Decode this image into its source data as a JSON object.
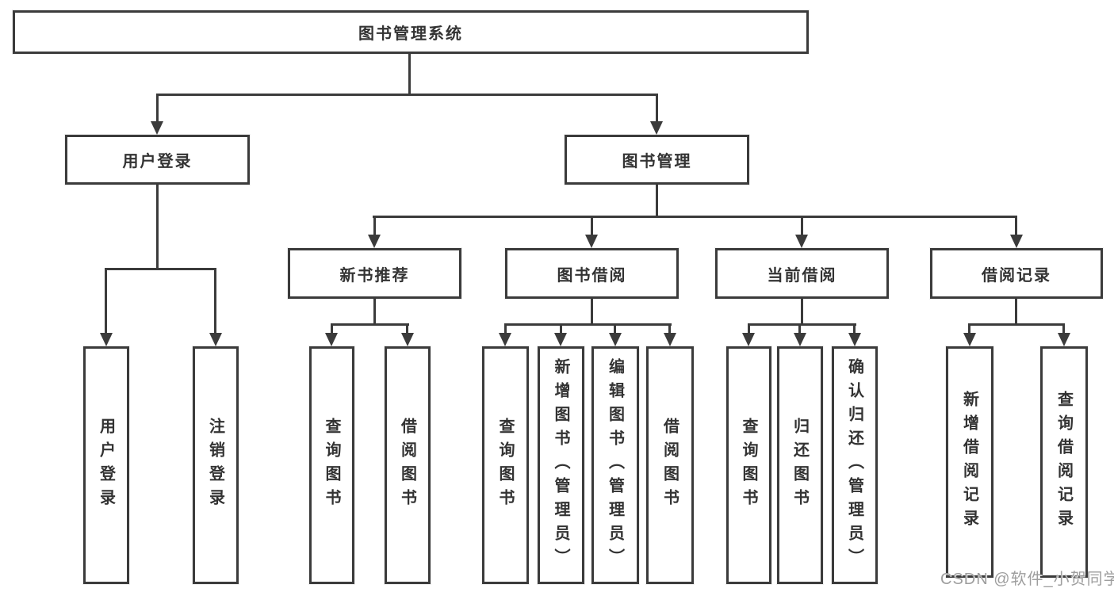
{
  "title": {
    "label": "图书管理系统"
  },
  "branches": [
    {
      "label": "用户登录"
    },
    {
      "label": "图书管理"
    }
  ],
  "modules": [
    {
      "label": "新书推荐",
      "parent": "图书管理"
    },
    {
      "label": "图书借阅",
      "parent": "图书管理"
    },
    {
      "label": "当前借阅",
      "parent": "图书管理"
    },
    {
      "label": "借阅记录",
      "parent": "图书管理"
    }
  ],
  "leaves": [
    {
      "label": "用户登录",
      "parent": "用户登录"
    },
    {
      "label": "注销登录",
      "parent": "用户登录"
    },
    {
      "label": "查询图书",
      "parent": "新书推荐"
    },
    {
      "label": "借阅图书",
      "parent": "新书推荐"
    },
    {
      "label": "查询图书",
      "parent": "图书借阅"
    },
    {
      "label": "新增图书（管理员）",
      "parent": "图书借阅"
    },
    {
      "label": "编辑图书（管理员）",
      "parent": "图书借阅"
    },
    {
      "label": "借阅图书",
      "parent": "图书借阅"
    },
    {
      "label": "查询图书",
      "parent": "当前借阅"
    },
    {
      "label": "归还图书",
      "parent": "当前借阅"
    },
    {
      "label": "确认归还（管理员）",
      "parent": "当前借阅"
    },
    {
      "label": "新增借阅记录",
      "parent": "借阅记录"
    },
    {
      "label": "查询借阅记录",
      "parent": "借阅记录"
    }
  ],
  "watermark": {
    "text": "CSDN @软件_小贺同学"
  },
  "colors": {
    "line": "#3b3b3b",
    "text": "#333333",
    "background": "#ffffff",
    "watermark": "#9e9e9e"
  }
}
